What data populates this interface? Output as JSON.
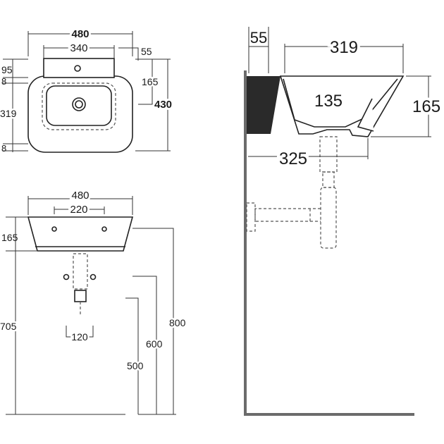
{
  "colors": {
    "ink": "#222222",
    "wall": "#6b6b6b",
    "hidden": "#555555",
    "background": "#ffffff"
  },
  "dimensions": {
    "top_view": {
      "overall_width": "480",
      "inner_width": "340",
      "tap_deck_offset": "55",
      "deck_depth": "95",
      "rim_top": "8",
      "bowl_depth": "319",
      "rim_bottom": "8",
      "bowl_to_back": "165",
      "overall_depth": "430"
    },
    "front_view": {
      "overall_width": "480",
      "fixing_spacing": "220",
      "basin_height": "165",
      "rim_height_short": "705",
      "trap_spacing": "120",
      "waste_height": "500",
      "supply_height": "600",
      "rim_height_tall": "800"
    },
    "side_view": {
      "wall_gap": "55",
      "bowl_length": "319",
      "bowl_depth": "135",
      "basin_height": "165",
      "base_length": "325"
    }
  }
}
